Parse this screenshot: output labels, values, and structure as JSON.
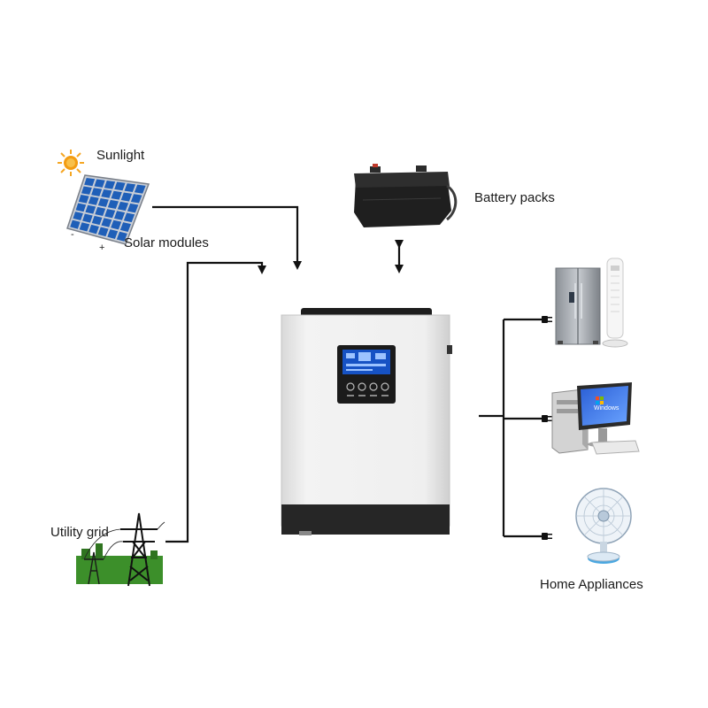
{
  "labels": {
    "sunlight": "Sunlight",
    "solar_modules": "Solar modules",
    "battery_packs": "Battery packs",
    "utility_grid": "Utility grid",
    "home_appliances": "Home Appliances"
  },
  "panel_terminals": {
    "negative": "-",
    "positive": "+"
  },
  "monitor_brand": "Windows",
  "colors": {
    "line": "#111111",
    "inverter_body": "#e9e9e9",
    "inverter_dark": "#2a2a2a",
    "solar_cell": "#1f5fb8",
    "sun": "#f39c12",
    "grass": "#3c8f2a"
  }
}
